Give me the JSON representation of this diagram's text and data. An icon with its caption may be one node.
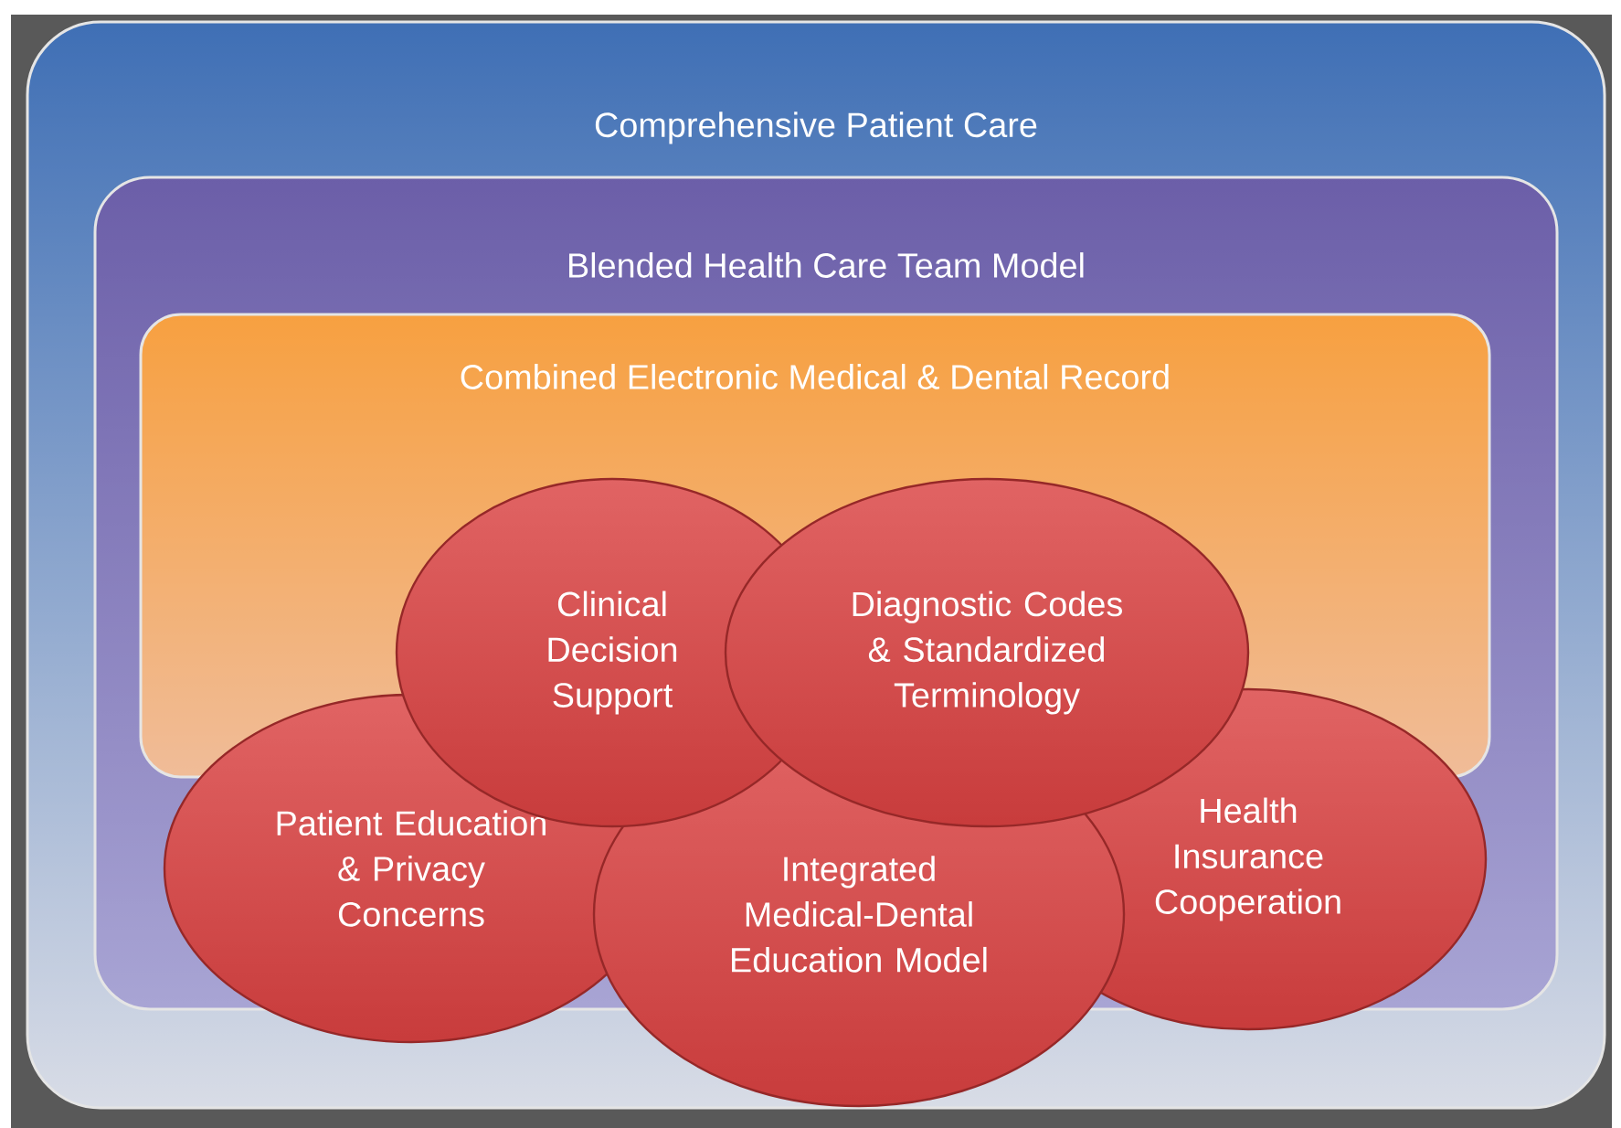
{
  "diagram": {
    "nodes": [
      {
        "text": [
          "Comprehensive Patient Care"
        ]
      },
      {
        "text": [
          "Blended Health Care Team Model"
        ],
        "in": 0
      },
      {
        "text": [
          "Combined Electronic Medical & Dental Record"
        ],
        "in": 1
      },
      {
        "text": [
          "Clinical Decision Support"
        ],
        "in": 1
      },
      {
        "text": [
          "Diagnostic Codes & Standardized Terminology"
        ],
        "in": 1
      },
      {
        "text": [
          "Patient Education & Privacy Concerns"
        ],
        "in": 0
      },
      {
        "text": [
          "Integrated Medical-Dental Education Model"
        ],
        "in": 0
      },
      {
        "text": [
          "Health Insurance Cooperation"
        ],
        "in": 0
      }
    ]
  }
}
